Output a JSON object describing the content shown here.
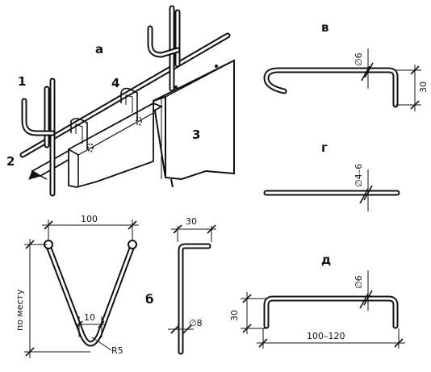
{
  "labels": {
    "a": "а",
    "b": "б",
    "v": "в",
    "g": "г",
    "d": "д",
    "n1": "1",
    "n2": "2",
    "n3": "3",
    "n4": "4"
  },
  "dimensions": {
    "b_width": "100",
    "b_height": "по месту",
    "b_inner": "10",
    "b_radius": "R5",
    "b2_width": "30",
    "b2_diam": "∅8",
    "v_diam": "∅6",
    "v_height": "30",
    "g_diam": "∅4–6",
    "d_diam": "∅6",
    "d_height": "30",
    "d_width": "100–120"
  }
}
